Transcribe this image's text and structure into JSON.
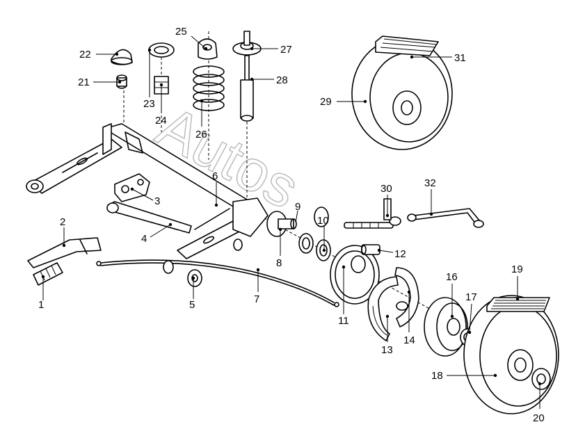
{
  "watermark": "Autos",
  "callouts": [
    {
      "id": "1",
      "label": "1"
    },
    {
      "id": "2",
      "label": "2"
    },
    {
      "id": "3",
      "label": "3"
    },
    {
      "id": "4",
      "label": "4"
    },
    {
      "id": "5",
      "label": "5"
    },
    {
      "id": "6",
      "label": "6"
    },
    {
      "id": "7",
      "label": "7"
    },
    {
      "id": "8",
      "label": "8"
    },
    {
      "id": "9",
      "label": "9"
    },
    {
      "id": "10",
      "label": "10"
    },
    {
      "id": "11",
      "label": "11"
    },
    {
      "id": "12",
      "label": "12"
    },
    {
      "id": "13",
      "label": "13"
    },
    {
      "id": "14",
      "label": "14"
    },
    {
      "id": "16",
      "label": "16"
    },
    {
      "id": "17",
      "label": "17"
    },
    {
      "id": "18",
      "label": "18"
    },
    {
      "id": "19",
      "label": "19"
    },
    {
      "id": "20",
      "label": "20"
    },
    {
      "id": "21",
      "label": "21"
    },
    {
      "id": "22",
      "label": "22"
    },
    {
      "id": "23",
      "label": "23"
    },
    {
      "id": "24",
      "label": "24"
    },
    {
      "id": "25",
      "label": "25"
    },
    {
      "id": "26",
      "label": "26"
    },
    {
      "id": "27",
      "label": "27"
    },
    {
      "id": "28",
      "label": "28"
    },
    {
      "id": "29",
      "label": "29"
    },
    {
      "id": "30",
      "label": "30"
    },
    {
      "id": "31",
      "label": "31"
    },
    {
      "id": "32",
      "label": "32"
    }
  ]
}
